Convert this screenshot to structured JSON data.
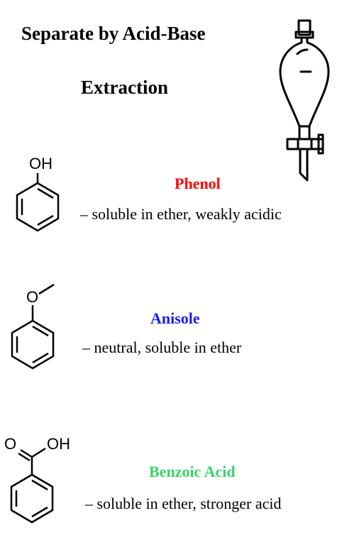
{
  "title": {
    "line1": "Separate by Acid-Base",
    "line2": "Extraction"
  },
  "compounds": [
    {
      "name": "Phenol",
      "name_color": "#ff0000",
      "description": "– soluble in ether, weakly acidic",
      "substituent_label": "OH"
    },
    {
      "name": "Anisole",
      "name_color": "#1a1aff",
      "description": "– neutral, soluble in ether",
      "substituent_label": "O"
    },
    {
      "name": "Benzoic Acid",
      "name_color": "#3ad16a",
      "description": "– soluble in ether, stronger acid",
      "substituent_labels": [
        "O",
        "OH"
      ]
    }
  ],
  "icons": {
    "funnel": "separatory-funnel-icon"
  }
}
